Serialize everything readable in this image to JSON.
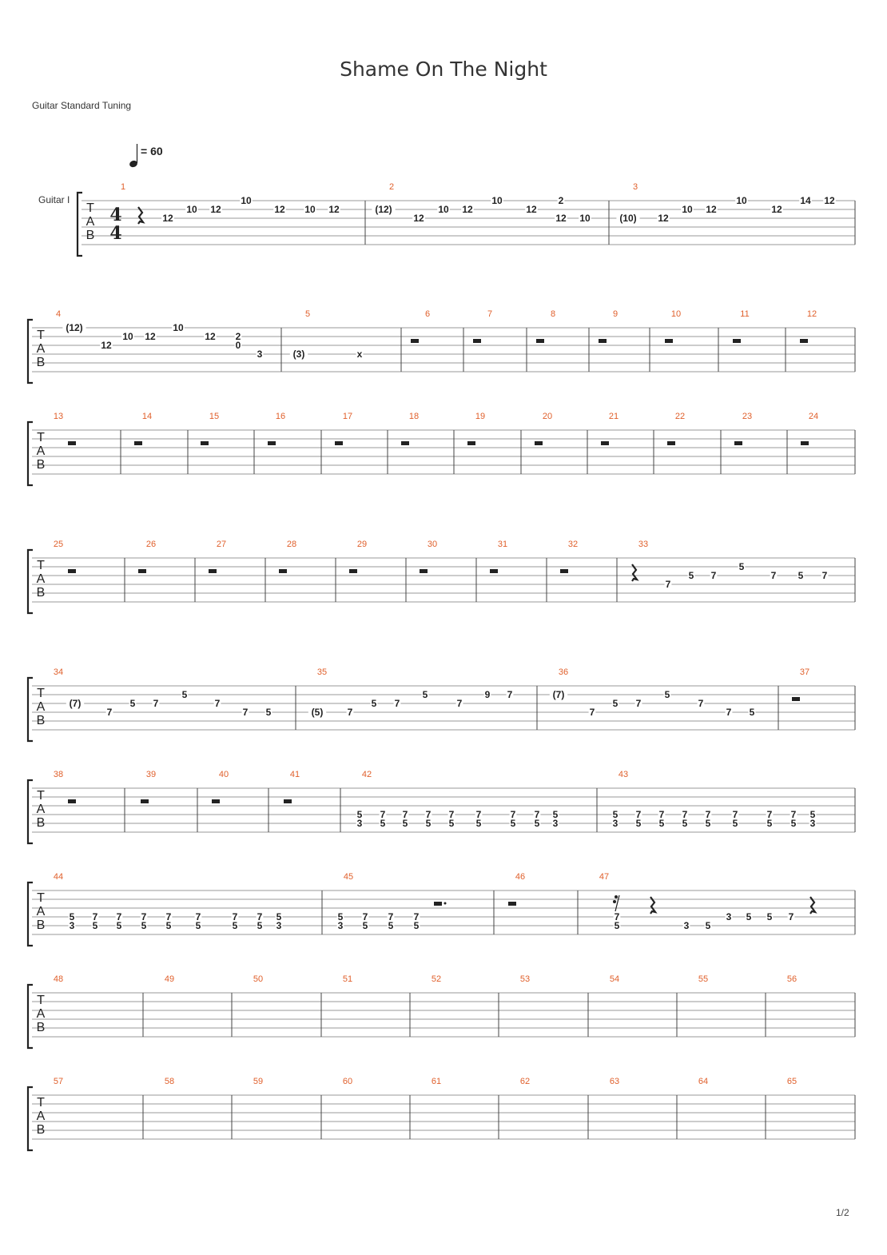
{
  "title": "Shame On The Night",
  "tuning": "Guitar Standard Tuning",
  "instrument": "Guitar I",
  "tempo": "= 60",
  "time_signature": {
    "top": "4",
    "bottom": "4"
  },
  "tab_letters": [
    "T",
    "A",
    "B"
  ],
  "page_number": "1/2",
  "systems": [
    {
      "bars": [
        1,
        2,
        3
      ],
      "notes": [
        [
          "r",
          175,
          "1"
        ],
        [
          210,
          2,
          "12"
        ],
        [
          240,
          1,
          "10"
        ],
        [
          270,
          1,
          "12"
        ],
        [
          308,
          0,
          "10"
        ],
        [
          350,
          1,
          "12"
        ],
        [
          388,
          1,
          "10"
        ],
        [
          418,
          1,
          "12"
        ],
        [
          480,
          1,
          "(12)"
        ],
        [
          524,
          2,
          "12"
        ],
        [
          555,
          1,
          "10"
        ],
        [
          585,
          1,
          "12"
        ],
        [
          622,
          0,
          "10"
        ],
        [
          665,
          1,
          "12"
        ],
        [
          702,
          2,
          "12"
        ],
        [
          702,
          0,
          "2"
        ],
        [
          732,
          2,
          "10"
        ],
        [
          786,
          2,
          "(10)"
        ],
        [
          830,
          2,
          "12"
        ],
        [
          860,
          1,
          "10"
        ],
        [
          890,
          1,
          "12"
        ],
        [
          928,
          0,
          "10"
        ],
        [
          972,
          1,
          "12"
        ],
        [
          1008,
          0,
          "14"
        ],
        [
          1038,
          0,
          "12"
        ]
      ]
    },
    {
      "bars": [
        4,
        5,
        6,
        7,
        8,
        9,
        10,
        11,
        12
      ],
      "notes": [
        [
          93,
          0,
          "(12)"
        ],
        [
          133,
          2,
          "12"
        ],
        [
          160,
          1,
          "10"
        ],
        [
          188,
          1,
          "12"
        ],
        [
          223,
          0,
          "10"
        ],
        [
          263,
          1,
          "12"
        ],
        [
          298,
          1,
          "2"
        ],
        [
          298,
          2,
          "0"
        ],
        [
          325,
          3,
          "3"
        ],
        [
          374,
          3,
          "(3)"
        ],
        [
          450,
          3,
          "x"
        ],
        [
          "r",
          519,
          "2"
        ],
        [
          "r",
          597,
          "2"
        ],
        [
          "r",
          676,
          "2"
        ],
        [
          "r",
          754,
          "2"
        ],
        [
          "r",
          837,
          "2"
        ],
        [
          "r",
          922,
          "2"
        ],
        [
          "r",
          1006,
          "2"
        ]
      ]
    },
    {
      "bars": [
        13,
        14,
        15,
        16,
        17,
        18,
        19,
        20,
        21,
        22,
        23,
        24
      ],
      "notes": [
        [
          "r",
          90,
          "2"
        ],
        [
          "r",
          173,
          "2"
        ],
        [
          "r",
          256,
          "2"
        ],
        [
          "r",
          340,
          "2"
        ],
        [
          "r",
          424,
          "2"
        ],
        [
          "r",
          507,
          "2"
        ],
        [
          "r",
          590,
          "2"
        ],
        [
          "r",
          674,
          "2"
        ],
        [
          "r",
          757,
          "2"
        ],
        [
          "r",
          840,
          "2"
        ],
        [
          "r",
          924,
          "2"
        ],
        [
          "r",
          1007,
          "2"
        ]
      ]
    },
    {
      "bars": [
        25,
        26,
        27,
        28,
        29,
        30,
        31,
        32,
        33
      ],
      "notes": [
        [
          "r",
          90,
          "2"
        ],
        [
          "r",
          178,
          "2"
        ],
        [
          "r",
          266,
          "2"
        ],
        [
          "r",
          354,
          "2"
        ],
        [
          "r",
          442,
          "2"
        ],
        [
          "r",
          530,
          "2"
        ],
        [
          "r",
          618,
          "2"
        ],
        [
          "r",
          706,
          "2"
        ],
        [
          "r",
          793,
          "1"
        ],
        [
          836,
          3,
          "7"
        ],
        [
          865,
          2,
          "5"
        ],
        [
          893,
          2,
          "7"
        ],
        [
          928,
          1,
          "5"
        ],
        [
          968,
          2,
          "7"
        ],
        [
          1002,
          2,
          "5"
        ],
        [
          1032,
          2,
          "7"
        ]
      ]
    },
    {
      "bars": [
        34,
        35,
        36,
        37
      ],
      "notes": [
        [
          94,
          2,
          "(7)"
        ],
        [
          137,
          3,
          "7"
        ],
        [
          166,
          2,
          "5"
        ],
        [
          195,
          2,
          "7"
        ],
        [
          231,
          1,
          "5"
        ],
        [
          272,
          2,
          "7"
        ],
        [
          307,
          3,
          "7"
        ],
        [
          336,
          3,
          "5"
        ],
        [
          397,
          3,
          "(5)"
        ],
        [
          438,
          3,
          "7"
        ],
        [
          468,
          2,
          "5"
        ],
        [
          497,
          2,
          "7"
        ],
        [
          532,
          1,
          "5"
        ],
        [
          575,
          2,
          "7"
        ],
        [
          610,
          1,
          "9"
        ],
        [
          638,
          1,
          "7"
        ],
        [
          699,
          1,
          "(7)"
        ],
        [
          741,
          3,
          "7"
        ],
        [
          770,
          2,
          "5"
        ],
        [
          799,
          2,
          "7"
        ],
        [
          835,
          1,
          "5"
        ],
        [
          877,
          2,
          "7"
        ],
        [
          912,
          3,
          "7"
        ],
        [
          941,
          3,
          "5"
        ],
        [
          "r",
          996,
          "2"
        ]
      ]
    },
    {
      "bars": [
        38,
        39,
        40,
        41,
        42,
        43
      ],
      "notes": [
        [
          "r",
          90,
          "2"
        ],
        [
          "r",
          181,
          "2"
        ],
        [
          "r",
          270,
          "2"
        ],
        [
          "r",
          360,
          "2"
        ],
        [
          450,
          3,
          "5"
        ],
        [
          450,
          4,
          "3"
        ],
        [
          479,
          3,
          "7"
        ],
        [
          479,
          4,
          "5"
        ],
        [
          507,
          3,
          "7"
        ],
        [
          507,
          4,
          "5"
        ],
        [
          536,
          3,
          "7"
        ],
        [
          536,
          4,
          "5"
        ],
        [
          565,
          3,
          "7"
        ],
        [
          565,
          4,
          "5"
        ],
        [
          599,
          3,
          "7"
        ],
        [
          599,
          4,
          "5"
        ],
        [
          642,
          3,
          "7"
        ],
        [
          642,
          4,
          "5"
        ],
        [
          672,
          3,
          "7"
        ],
        [
          672,
          4,
          "5"
        ],
        [
          695,
          3,
          "5"
        ],
        [
          695,
          4,
          "3"
        ],
        [
          770,
          3,
          "5"
        ],
        [
          770,
          4,
          "3"
        ],
        [
          799,
          3,
          "7"
        ],
        [
          799,
          4,
          "5"
        ],
        [
          828,
          3,
          "7"
        ],
        [
          828,
          4,
          "5"
        ],
        [
          857,
          3,
          "7"
        ],
        [
          857,
          4,
          "5"
        ],
        [
          886,
          3,
          "7"
        ],
        [
          886,
          4,
          "5"
        ],
        [
          920,
          3,
          "7"
        ],
        [
          920,
          4,
          "5"
        ],
        [
          963,
          3,
          "7"
        ],
        [
          963,
          4,
          "5"
        ],
        [
          993,
          3,
          "7"
        ],
        [
          993,
          4,
          "5"
        ],
        [
          1017,
          3,
          "5"
        ],
        [
          1017,
          4,
          "3"
        ]
      ]
    },
    {
      "bars": [
        44,
        45,
        46,
        47
      ],
      "notes": [
        [
          90,
          3,
          "5"
        ],
        [
          90,
          4,
          "3"
        ],
        [
          119,
          3,
          "7"
        ],
        [
          119,
          4,
          "5"
        ],
        [
          149,
          3,
          "7"
        ],
        [
          149,
          4,
          "5"
        ],
        [
          180,
          3,
          "7"
        ],
        [
          180,
          4,
          "5"
        ],
        [
          211,
          3,
          "7"
        ],
        [
          211,
          4,
          "5"
        ],
        [
          248,
          3,
          "7"
        ],
        [
          248,
          4,
          "5"
        ],
        [
          294,
          3,
          "7"
        ],
        [
          294,
          4,
          "5"
        ],
        [
          325,
          3,
          "7"
        ],
        [
          325,
          4,
          "5"
        ],
        [
          349,
          3,
          "5"
        ],
        [
          349,
          4,
          "3"
        ],
        [
          426,
          3,
          "5"
        ],
        [
          426,
          4,
          "3"
        ],
        [
          457,
          3,
          "7"
        ],
        [
          457,
          4,
          "5"
        ],
        [
          489,
          3,
          "7"
        ],
        [
          489,
          4,
          "5"
        ],
        [
          521,
          3,
          "7"
        ],
        [
          521,
          4,
          "5"
        ],
        [
          "r",
          548,
          "2."
        ],
        [
          "r",
          641,
          "2"
        ],
        [
          "r",
          772,
          "16"
        ],
        [
          772,
          3,
          "7"
        ],
        [
          772,
          4,
          "5"
        ],
        [
          "r",
          816,
          "1"
        ],
        [
          859,
          4,
          "3"
        ],
        [
          886,
          4,
          "5"
        ],
        [
          912,
          3,
          "3"
        ],
        [
          937,
          3,
          "5"
        ],
        [
          963,
          3,
          "5"
        ],
        [
          990,
          3,
          "7"
        ],
        [
          "r",
          1016,
          "1"
        ]
      ]
    },
    {
      "bars": [
        48,
        49,
        50,
        51,
        52,
        53,
        54,
        55,
        56
      ],
      "notes": []
    },
    {
      "bars": [
        57,
        58,
        59,
        60,
        61,
        62,
        63,
        64,
        65
      ],
      "notes": []
    }
  ]
}
